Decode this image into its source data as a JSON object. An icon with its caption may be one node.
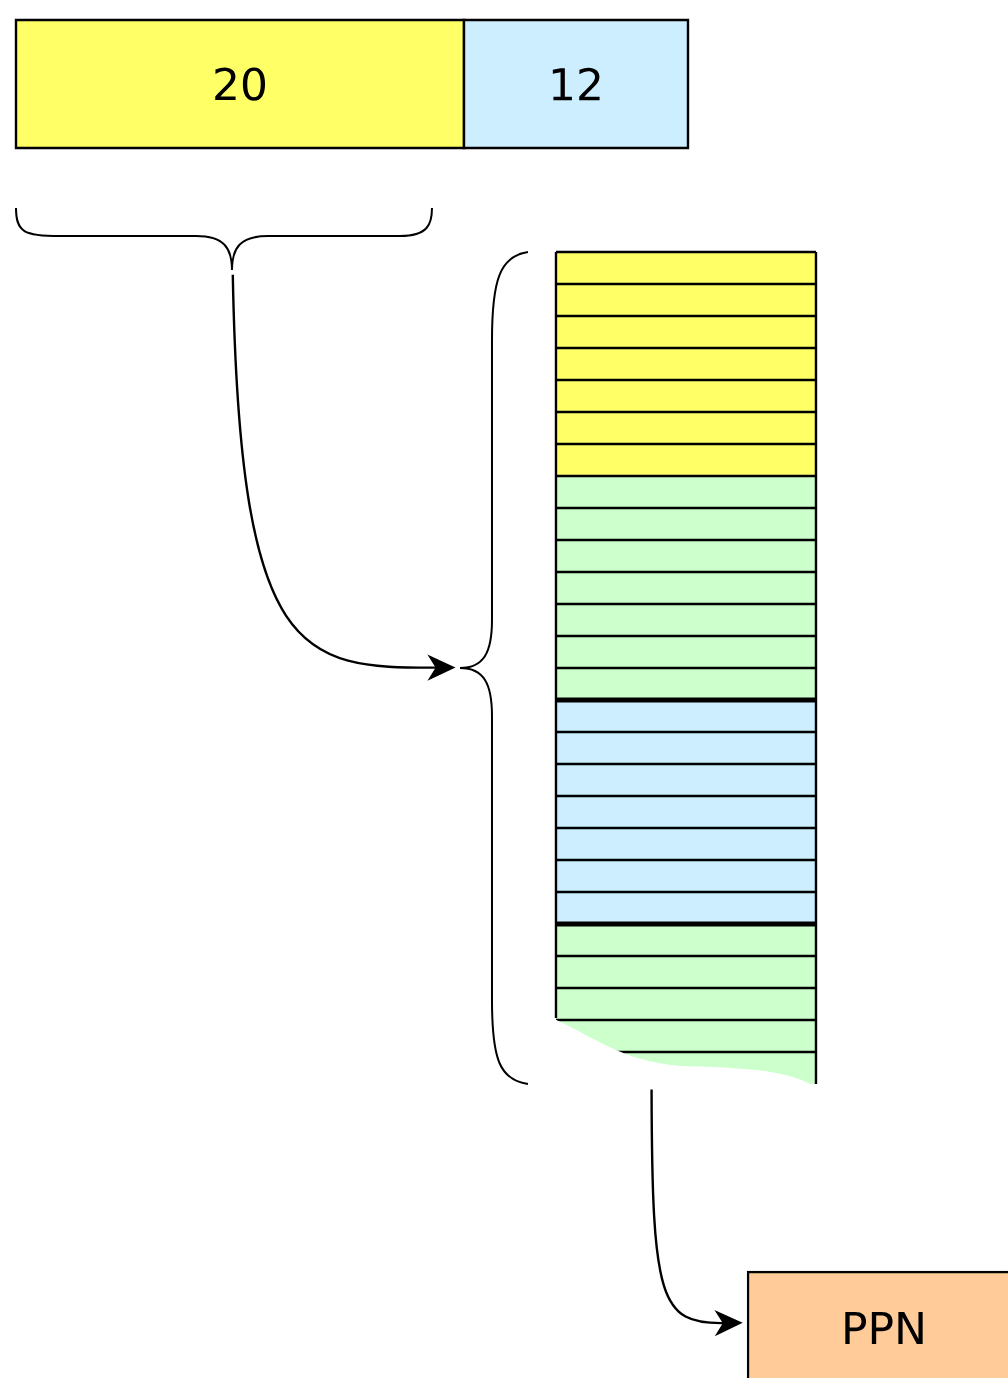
{
  "diagram": {
    "nodes": [
      {
        "text": [
          "20"
        ]
      },
      {
        "text": [
          "12"
        ]
      },
      {
        "text": [],
        "shape": "box"
      },
      {
        "text": [
          "PPN"
        ]
      }
    ],
    "edges": [
      {
        "from": 0,
        "to": 2,
        "arrow": "to"
      },
      {
        "from": 2,
        "to": 3,
        "arrow": "to"
      }
    ]
  }
}
